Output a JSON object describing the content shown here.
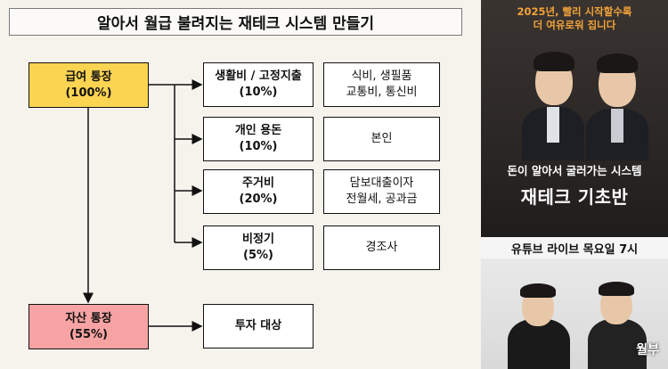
{
  "slide": {
    "title": "알아서 월급 불려지는 재테크 시스템 만들기",
    "salary": {
      "label": "급여 통장",
      "pct": "(100%)"
    },
    "asset": {
      "label": "자산 통장",
      "pct": "(55%)"
    },
    "categories": [
      {
        "label": "생활비 / 고정지출",
        "pct": "(10%)",
        "detail1": "식비, 생필품",
        "detail2": "교통비, 통신비"
      },
      {
        "label": "개인 용돈",
        "pct": "(10%)",
        "detail1": "본인",
        "detail2": ""
      },
      {
        "label": "주거비",
        "pct": "(20%)",
        "detail1": "담보대출이자",
        "detail2": "전월세, 공과금"
      },
      {
        "label": "비정기",
        "pct": "(5%)",
        "detail1": "경조사",
        "detail2": ""
      }
    ],
    "investment": "투자 대상"
  },
  "side": {
    "ad_headline_1": "2025년, 빨리 시작할수록",
    "ad_headline_2": "더 여유로워 집니다",
    "ad_sub": "돈이 알아서 굴러가는 시스템",
    "ad_main": "재테크 기초반",
    "live": "유튜브 라이브 목요일 7시",
    "watermark": "월부"
  },
  "colors": {
    "salary": "#fbd452",
    "asset": "#f8a3a3",
    "ad_accent": "#f3a338"
  }
}
